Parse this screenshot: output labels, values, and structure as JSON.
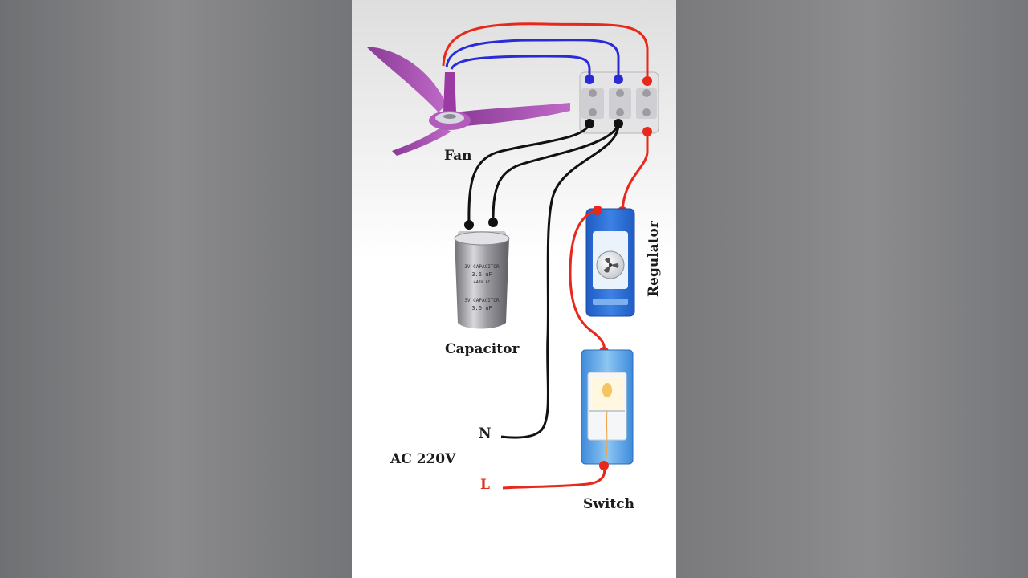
{
  "labels": {
    "fan": "Fan",
    "capacitor": "Capacitor",
    "regulator": "Regulator",
    "switch": "Switch",
    "neutral": "N",
    "live": "L",
    "supply": "AC 220V"
  },
  "colors": {
    "live_wire": "#e8281a",
    "fan_winding_wire": "#2a2ad8",
    "neutral_wire": "#111111",
    "fan_blade": "#a24aa8",
    "regulator_body": "#2f6fd6",
    "switch_body": "#5aa3e6"
  },
  "capacitor_print": {
    "line1": "3V CAPACITOR",
    "line2": "3.6 uF",
    "line3": "440V AC"
  },
  "icons": [
    "fan-blade-icon",
    "terminal-block-icon",
    "capacitor-icon",
    "regulator-icon",
    "switch-icon"
  ]
}
